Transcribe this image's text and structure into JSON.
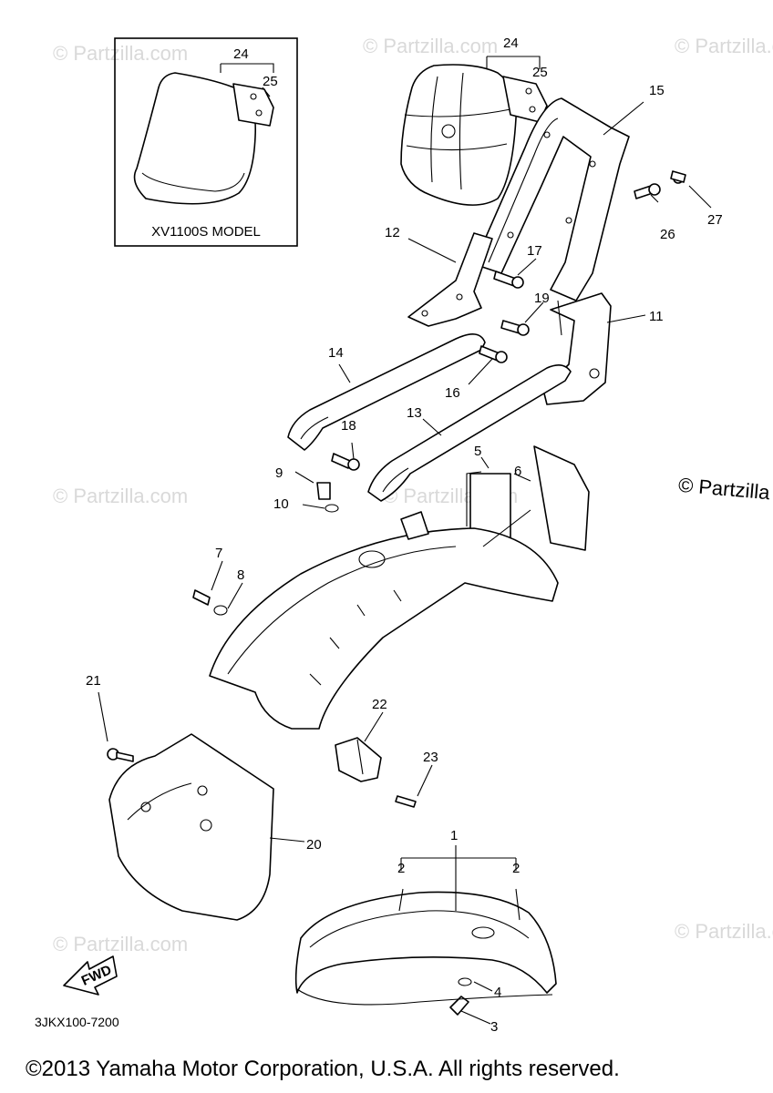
{
  "watermark": "© Partzilla.com",
  "side_watermark": "© Partzilla",
  "inset_caption": "XV1100S MODEL",
  "diagram_code": "3JKX100-7200",
  "fwd_label": "FWD",
  "copyright": "©2013  Yamaha Motor Corporation, U.S.A. All rights reserved.",
  "callouts": [
    "1",
    "2",
    "2",
    "3",
    "4",
    "5",
    "6",
    "7",
    "8",
    "9",
    "10",
    "11",
    "12",
    "13",
    "14",
    "15",
    "16",
    "17",
    "18",
    "19",
    "20",
    "21",
    "22",
    "23",
    "24",
    "24",
    "25",
    "25",
    "26",
    "27"
  ]
}
